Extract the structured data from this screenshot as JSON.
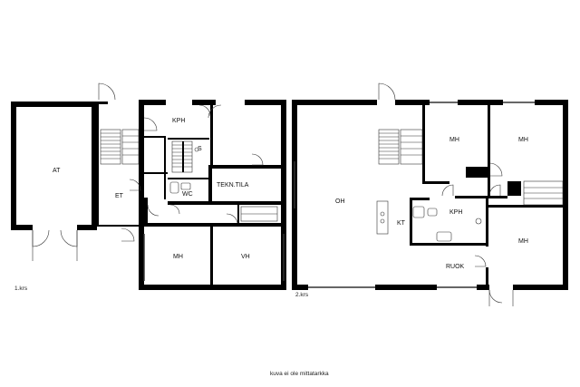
{
  "floor1": {
    "label": "1.krs",
    "rooms": {
      "at": "AT",
      "et": "ET",
      "kph": "KPH",
      "s": "S",
      "wc": "WC",
      "tekn": "TEKN.TILA",
      "mh": "MH",
      "vh": "VH"
    }
  },
  "floor2": {
    "label": "2.krs",
    "rooms": {
      "oh": "OH",
      "mh1": "MH",
      "mh2": "MH",
      "mh3": "MH",
      "kt": "KT",
      "kph": "KPH",
      "ruok": "RUOK"
    }
  },
  "footer_note": "kuva ei ole mittatarkka"
}
